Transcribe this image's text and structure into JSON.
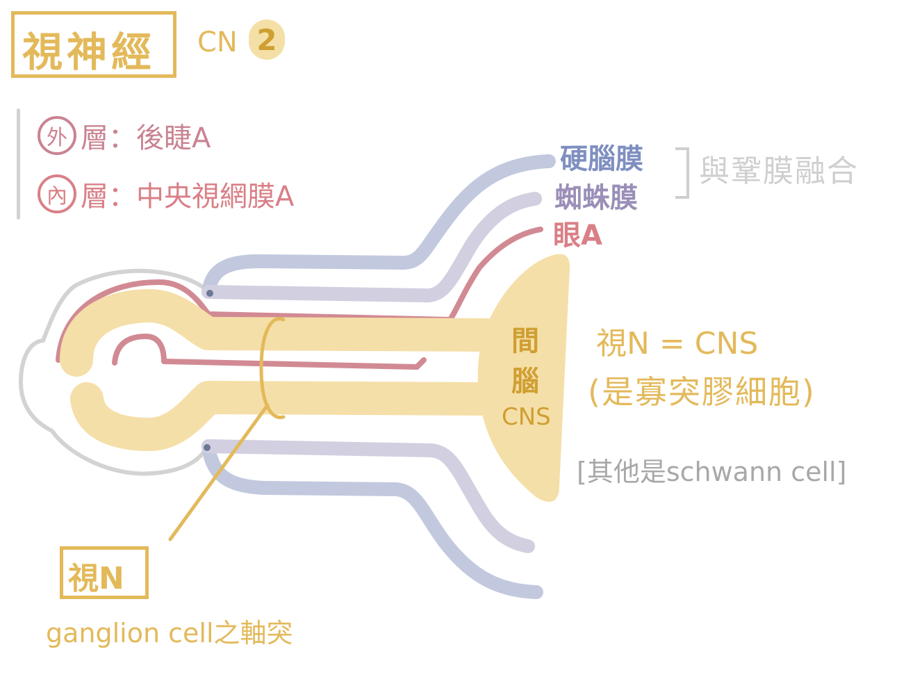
{
  "title": "視神經",
  "cn_prefix": "CN",
  "cn_number": "2",
  "outer_layer": {
    "tag": "外",
    "text": "層：後睫A"
  },
  "inner_layer": {
    "tag": "內",
    "text": "層：中央視網膜A"
  },
  "meninges": {
    "dura": "硬腦膜",
    "arachnoid": "蜘蛛膜",
    "ophthalmic_artery": "眼A",
    "fused_with_sclera": "與鞏膜融合"
  },
  "diencephalon": {
    "line1": "間",
    "line2": "腦",
    "cns": "CNS"
  },
  "optic_nerve_is_cns": "視N = CNS",
  "oligodendrocyte_note": "(是寡突膠細胞)",
  "others_note": "[其他是schwann cell]",
  "optic_nerve_box": "視N",
  "ganglion_note": "ganglion cell之軸突",
  "colors": {
    "gold": "#e3b95a",
    "nerve_fill": "#f5dfa8",
    "dura": "#c2c9de",
    "arachnoid": "#d2cfe0",
    "artery": "#d18a93",
    "outline": "#d3d3d3"
  }
}
